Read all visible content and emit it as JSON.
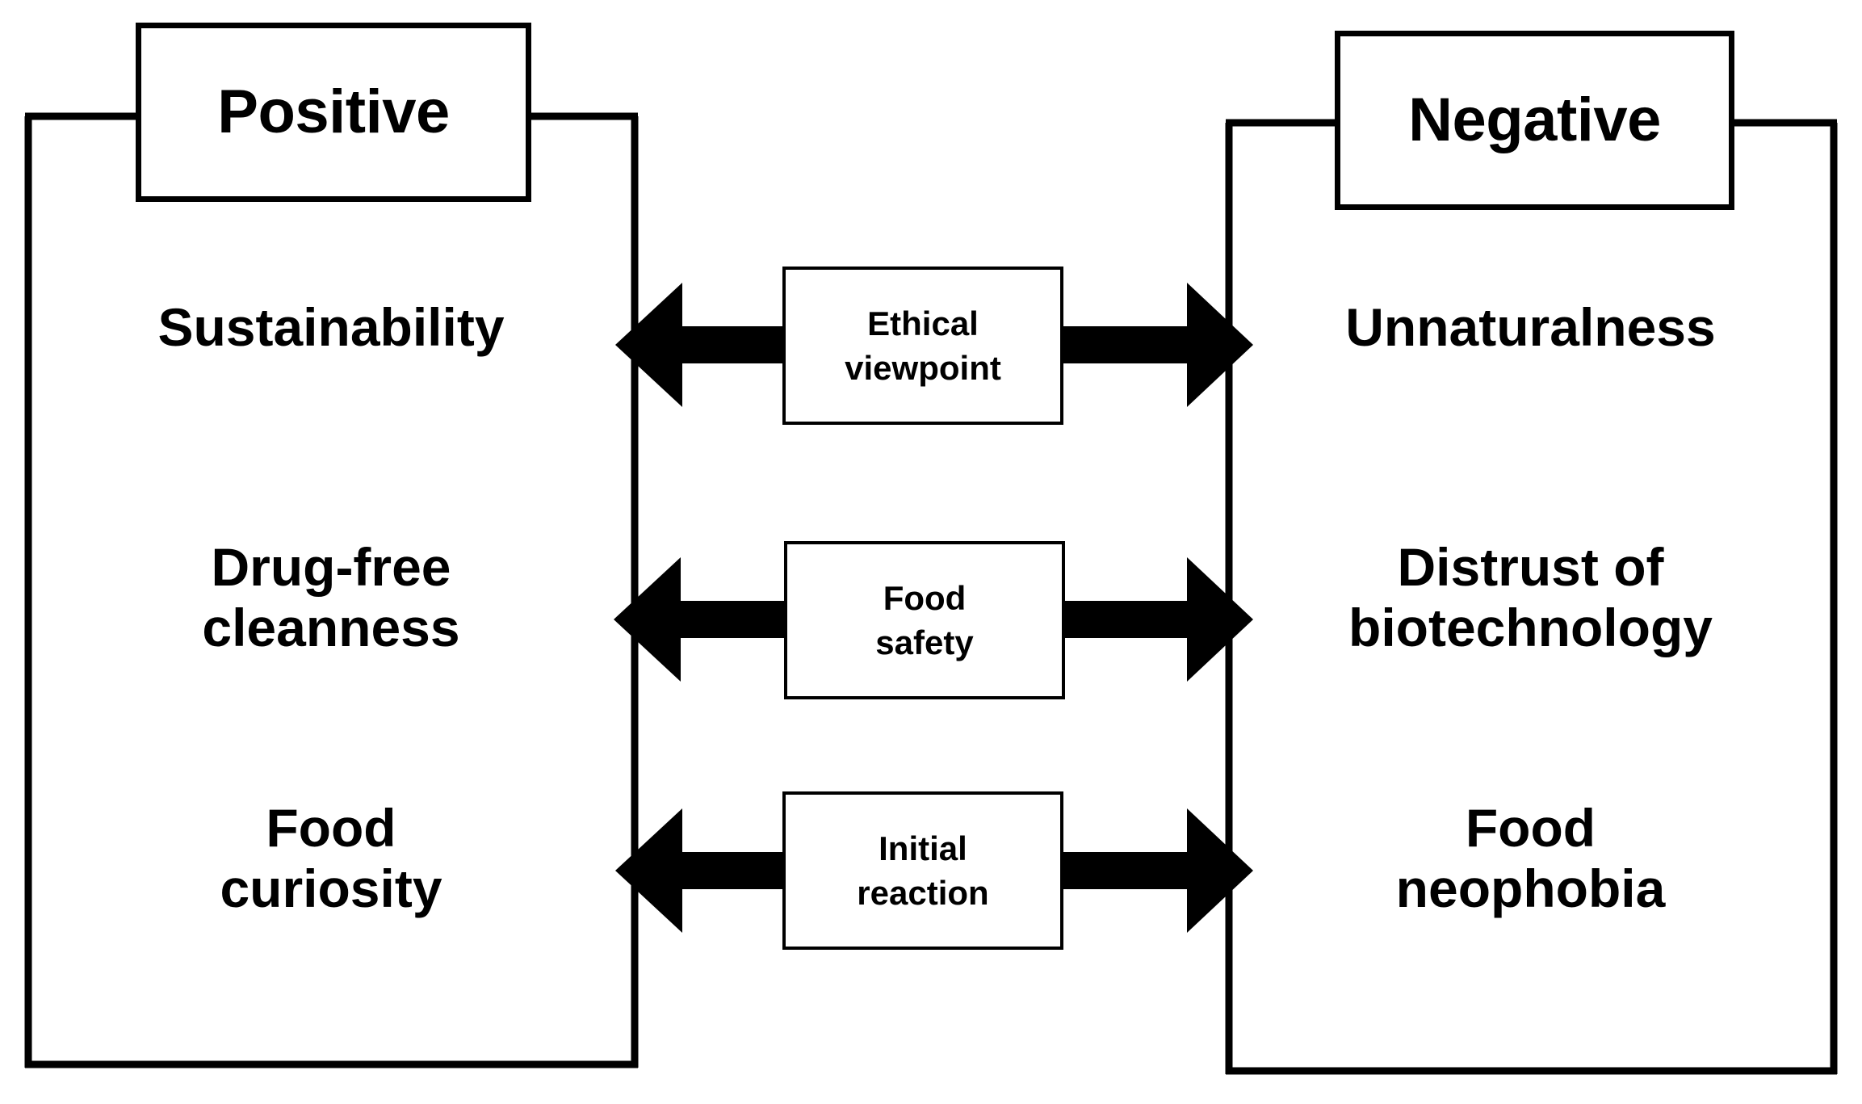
{
  "diagram": {
    "title_left": "Positive",
    "title_right": "Negative",
    "line_color": "#000000",
    "background_color": "#ffffff",
    "left_column": {
      "header": "Positive",
      "items": [
        {
          "text": "Sustainability"
        },
        {
          "text": "Drug-free\ncleanness"
        },
        {
          "text": "Food\ncuriosity"
        }
      ]
    },
    "right_column": {
      "header": "Negative",
      "items": [
        {
          "text": "Unnaturalness"
        },
        {
          "text": "Distrust  of\nbiotechnology"
        },
        {
          "text": "Food\nneophobia"
        }
      ]
    },
    "connectors": [
      {
        "label": "Ethical\nviewpoint",
        "direction": "bidirectional"
      },
      {
        "label": "Food\nsafety",
        "direction": "bidirectional"
      },
      {
        "label": "Initial\nreaction",
        "direction": "bidirectional"
      }
    ]
  }
}
